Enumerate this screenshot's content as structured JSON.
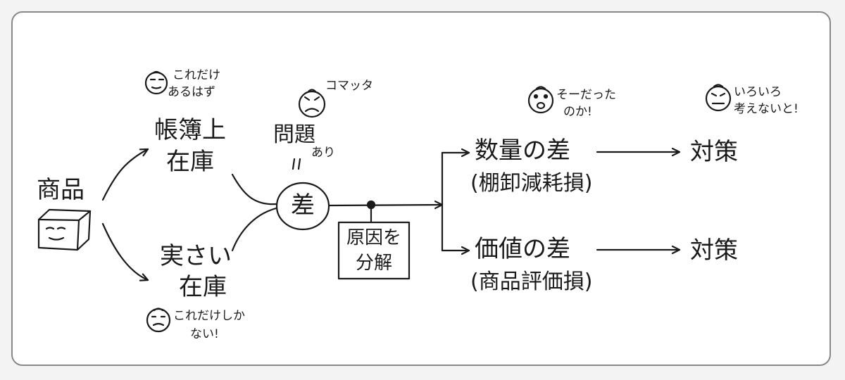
{
  "nodes": {
    "product": "商品",
    "book_line1": "帳簿上",
    "book_line2": "在庫",
    "actual_line1": "実さい",
    "actual_line2": "在庫",
    "problem": "問題",
    "problem_note": "あり",
    "difference": "差",
    "cause_line1": "原因を",
    "cause_line2": "分解",
    "qty_title": "数量の差",
    "qty_detail": "(棚卸減耗損)",
    "price_title": "価値の差",
    "price_detail": "(商品評価損)",
    "measure_top": "対策",
    "measure_bottom": "対策"
  },
  "comments": {
    "book_line1": "これだけ",
    "book_line2": "あるはず",
    "actual_line1": "これだけしか",
    "actual_line2": "ない!",
    "trouble": "コマッタ",
    "realize_line1": "そーだった",
    "realize_line2": "のか!",
    "think_line1": "いろいろ",
    "think_line2": "考えないと!"
  }
}
